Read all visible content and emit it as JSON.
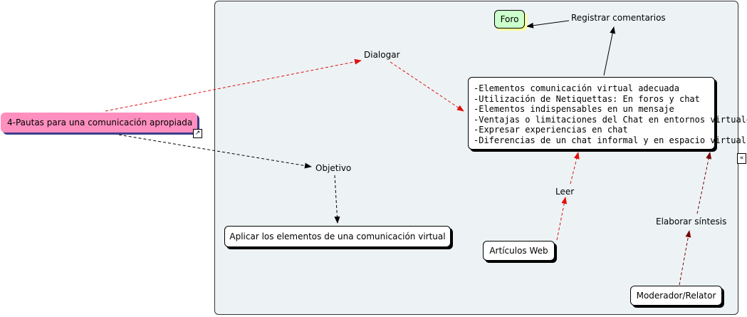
{
  "nodes": {
    "pautas": "4-Pautas para una comunicación apropiada",
    "foro": "Foro",
    "elementos": [
      "-Elementos comunicación virtual adecuada",
      "-Utilización de Netiquettas: En foros y chat",
      "-Elementos indispensables en un mensaje",
      "-Ventajas o limitaciones del Chat en entornos virtuales",
      "-Expresar experiencias en chat",
      "-Diferencias de un chat informal y en espacio virtual"
    ],
    "aplicar": "Aplicar los elementos de una comunicación virtual",
    "articulos": "Artículos Web",
    "moderador": "Moderador/Relator"
  },
  "links": {
    "registrar": "Registrar comentarios",
    "dialogar": "Dialogar",
    "objetivo": "Objetivo",
    "leer": "Leer",
    "elaborar": "Elaborar síntesis"
  },
  "icons": {
    "expand": "expand-arrow-icon",
    "collapse": "double-chevron-left-icon"
  },
  "colors": {
    "panel_bg": "#edf3f5",
    "pautas_fill": "#ff8fbf",
    "foro_fill": "#ccffcc",
    "red_link": "#e01010",
    "dark_red_link": "#7a0000",
    "black_link": "#000000"
  }
}
